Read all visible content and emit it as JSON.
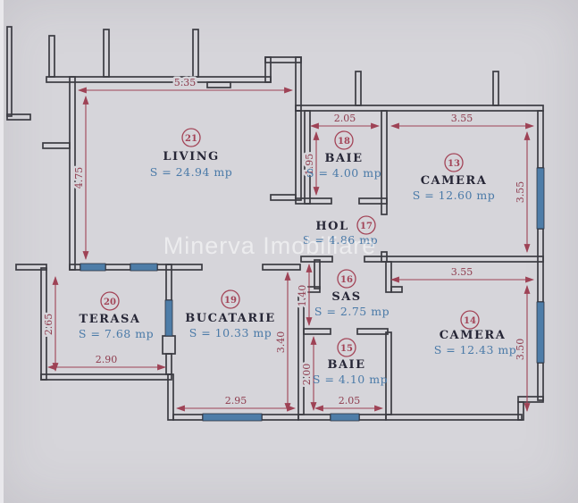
{
  "watermark": "Minerva Imobiliare",
  "rooms": [
    {
      "id": "21",
      "name": "LIVING",
      "area": "S = 24.94 mp"
    },
    {
      "id": "18",
      "name": "BAIE",
      "area": "S = 4.00 mp"
    },
    {
      "id": "13",
      "name": "CAMERA",
      "area": "S = 12.60 mp"
    },
    {
      "id": "17",
      "name": "HOL",
      "area": "S = 4.86 mp"
    },
    {
      "id": "16",
      "name": "SAS",
      "area": "S = 2.75 mp"
    },
    {
      "id": "20",
      "name": "TERASA",
      "area": "S = 7.68 mp"
    },
    {
      "id": "19",
      "name": "BUCATARIE",
      "area": "S = 10.33 mp"
    },
    {
      "id": "15",
      "name": "BAIE",
      "area": "S = 4.10 mp"
    },
    {
      "id": "14",
      "name": "CAMERA",
      "area": "S = 12.43 mp"
    }
  ],
  "dimensions": {
    "living_top": "5.35",
    "living_left": "4.75",
    "baie18_top": "2.05",
    "baie18_left": "1.95",
    "camera13_top": "3.55",
    "camera13_right": "3.55",
    "terasa_left": "2.65",
    "terasa_bottom": "2.90",
    "bucatarie_right": "3.40",
    "bucatarie_bottom": "2.95",
    "sas_left": "1.40",
    "baie15_left": "2.00",
    "baie15_bottom": "2.05",
    "camera14_top": "3.55",
    "camera14_right": "3.50"
  },
  "colors": {
    "paper": "#d6d5da",
    "wall": "#3b3b42",
    "dimension": "#9e4255",
    "area_text": "#4a7aa8",
    "label_text": "#262636",
    "window": "#4e7da8",
    "watermark": "#ffffff"
  }
}
